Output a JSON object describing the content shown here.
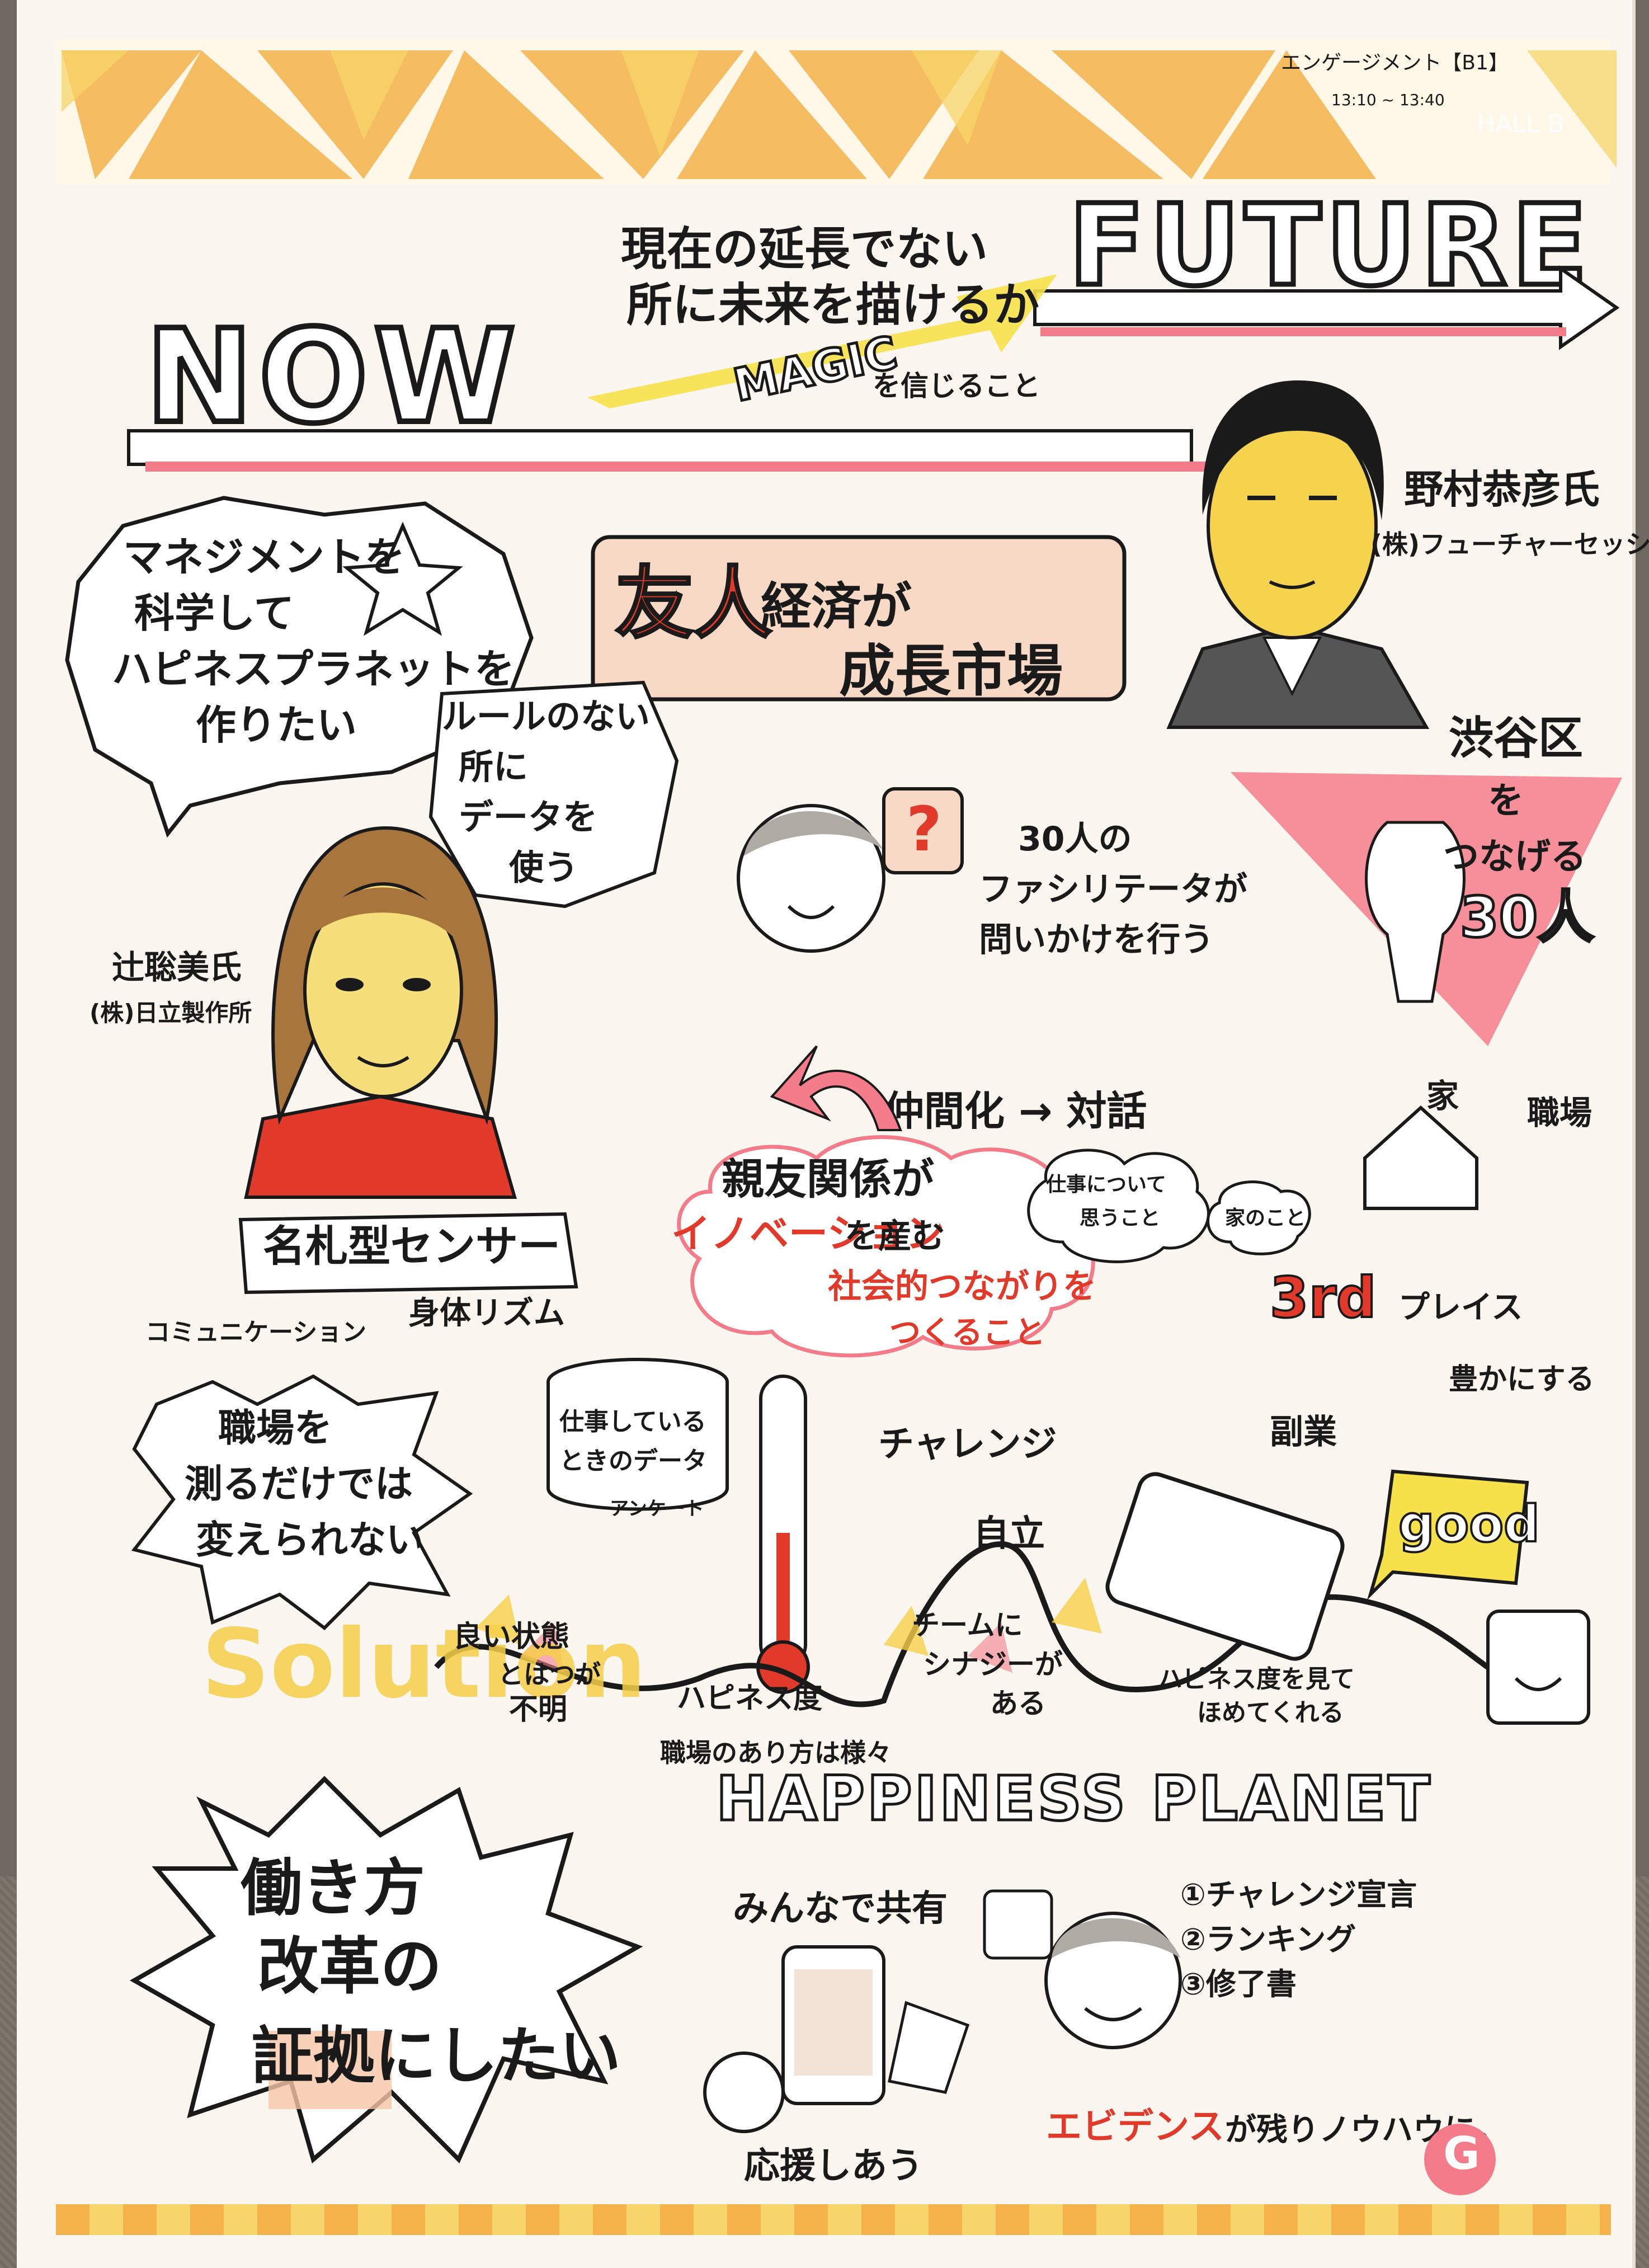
{
  "header": {
    "session": "エンゲージメント【B1】",
    "time": "13:10 ~ 13:40",
    "hall": "HALL B"
  },
  "title": {
    "now": "NOW",
    "future": "FUTURE",
    "subtitle_1": "現在の延長でない",
    "subtitle_2": "所に未来を描けるか",
    "magic": "MAGIC",
    "magic_suffix": "を信じること"
  },
  "speakers": [
    {
      "name": "野村恭彦氏",
      "company": "(株)フューチャーセッションズ"
    },
    {
      "name": "辻聡美氏",
      "company": "(株)日立製作所"
    }
  ],
  "bubbles": {
    "management_1": "マネジメントを",
    "management_2": "科学して",
    "management_3": "ハピネスプラネットを",
    "management_4": "作りたい",
    "friend_1": "友人",
    "friend_2": "経済が",
    "friend_3": "成長市場",
    "no_rule_1": "ルールのない",
    "no_rule_2": "所に",
    "no_rule_3": "データを",
    "no_rule_4": "使う",
    "facilitator_1": "30人の",
    "facilitator_2": "ファシリテータが",
    "facilitator_3": "問いかけを行う",
    "shibuya_1": "渋谷区",
    "shibuya_2": "を",
    "shibuya_3": "つなげる",
    "shibuya_4": "30人",
    "nakama": "仲間化 → 対話",
    "ie": "家",
    "shokuba": "職場",
    "shigoto_1": "仕事について",
    "shigoto_2": "思うこと",
    "ie_no": "家のこと",
    "shinyu_1": "親友関係が",
    "shinyu_2": "イノベーション",
    "shinyu_3": "を産む",
    "shakai_1": "社会的つながりを",
    "shakai_2": "つくること",
    "third": "3rd",
    "third_suffix": "プレイス",
    "meifuda": "名札型センサー",
    "comm": "コミュニケーション",
    "rhythm": "身体リズム",
    "shokuba_hakaru_1": "職場を",
    "shokuba_hakaru_2": "測るだけでは",
    "shokuba_hakaru_3": "変えられない",
    "shigoto_data_1": "仕事している",
    "shigoto_data_2": "ときのデータ",
    "ankeeto": "アンケート",
    "challenge": "チャレンジ",
    "jiritsu": "自立",
    "team_1": "チームに",
    "team_2": "シナジーが",
    "team_3": "ある",
    "yutaka": "豊かにする",
    "fukugyo": "副業",
    "good": "good",
    "happiness_homete_1": "ハピネス度を見て",
    "happiness_homete_2": "ほめてくれる",
    "yoi_1": "良い状態",
    "yoi_2": "とはつが",
    "yoi_3": "不明",
    "happiness_do": "ハピネス度",
    "arikata": "職場のあり方は様々",
    "solution": "Solution",
    "planet": "HAPPINESS PLANET",
    "hataraki_1": "働き方",
    "hataraki_2": "改革の",
    "hataraki_3": "証拠にしたい",
    "minna": "みんなで共有",
    "ouen": "応援しあう",
    "list_1": "①チャレンジ宣言",
    "list_2": "②ランキング",
    "list_3": "③修了書",
    "evidence_1": "エビデンス",
    "evidence_2": "が残りノウハウに。",
    "logo": "G"
  },
  "colors": {
    "yellow": "#f7cf4a",
    "orange": "#f2a23c",
    "pink": "#f47c8a",
    "red": "#e23a2a",
    "ink": "#1a1a1a"
  }
}
